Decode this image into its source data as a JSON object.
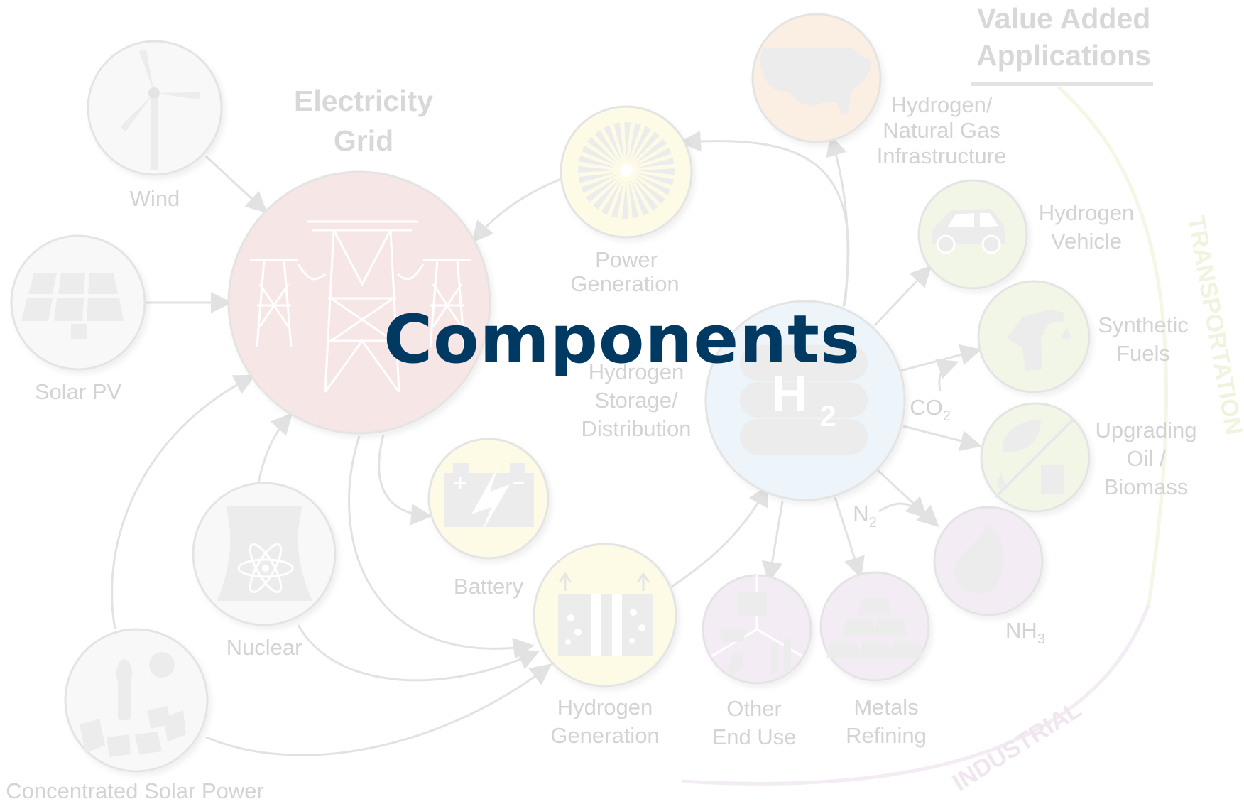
{
  "title": "Components",
  "headers": {
    "electricity_grid_1": "Electricity",
    "electricity_grid_2": "Grid",
    "value_added_1": "Value Added",
    "value_added_2": "Applications"
  },
  "arc_labels": {
    "transportation": "TRANSPORTATION",
    "industrial": "INDUSTRIAL"
  },
  "nodes": {
    "wind": "Wind",
    "solar_pv": "Solar PV",
    "nuclear": "Nuclear",
    "csp": "Concentrated Solar Power",
    "power_gen_1": "Power",
    "power_gen_2": "Generation",
    "battery": "Battery",
    "h2_gen_1": "Hydrogen",
    "h2_gen_2": "Generation",
    "storage_1": "Hydrogen",
    "storage_2": "Storage/",
    "storage_3": "Distribution",
    "h2_symbol": "H",
    "h2_sub": "2",
    "ng_1": "Hydrogen/",
    "ng_2": "Natural Gas",
    "ng_3": "Infrastructure",
    "vehicle_1": "Hydrogen",
    "vehicle_2": "Vehicle",
    "synfuel_1": "Synthetic",
    "synfuel_2": "Fuels",
    "upgrade_1": "Upgrading",
    "upgrade_2": "Oil /",
    "upgrade_3": "Biomass",
    "nh3": "NH",
    "nh3_sub": "3",
    "other_1": "Other",
    "other_2": "End Use",
    "metals_1": "Metals",
    "metals_2": "Refining",
    "co2": "CO",
    "co2_sub": "2",
    "n2": "N",
    "n2_sub": "2"
  },
  "colors": {
    "title": "#003a63",
    "grid_fill": "#f6e6e6",
    "power_fill": "#fdfbe6",
    "battery_fill": "#fdfbe6",
    "h2gen_fill": "#fdfbe6",
    "storage_fill": "#edf5fa",
    "ng_fill": "#fbeee2",
    "vehicle_fill": "#f1f6e6",
    "synfuel_fill": "#f1f6e6",
    "upgrade_fill": "#f1f6e6",
    "nh3_fill": "#f4ecf4",
    "other_fill": "#f4ecf4",
    "metals_fill": "#f4ecf4",
    "neutral_fill": "#f8f8f8"
  },
  "icons": [
    "wind-turbine-icon",
    "solar-panel-icon",
    "transmission-tower-icon",
    "turbine-icon",
    "battery-icon",
    "electrolyzer-icon",
    "h2-tank-icon",
    "us-map-icon",
    "car-icon",
    "fuel-pump-icon",
    "leaf-oil-icon",
    "flame-leaf-icon",
    "lab-icon",
    "gold-bars-icon",
    "cooling-tower-icon",
    "csp-tower-icon"
  ]
}
